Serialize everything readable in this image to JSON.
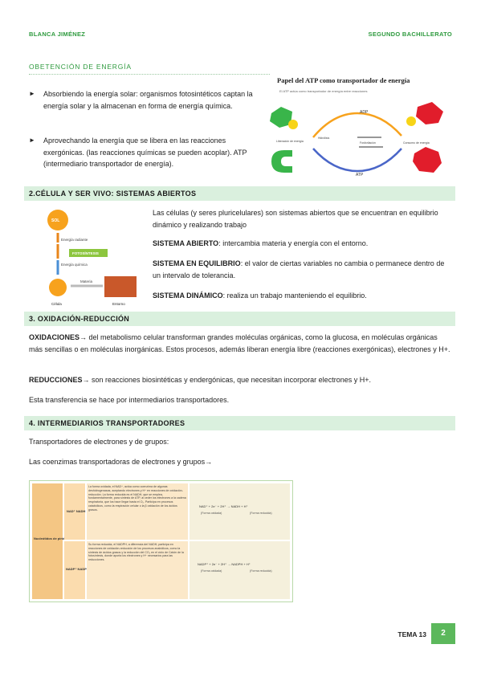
{
  "header": {
    "left": "BLANCA JIMÉNEZ",
    "right": "SEGUNDO BACHILLERATO"
  },
  "section0": {
    "title": "OBETENCIÓN DE ENERGÍA",
    "bullets": [
      "Absorbiendo la energía solar: organismos fotosintéticos captan la energía solar y la almacenan en forma de energía química.",
      "Aprovechando la energía que se libera en las reacciones exergónicas. (las reacciones químicas se pueden acoplar). ATP (intermediario transportador de energía)."
    ],
    "figure": {
      "title": "Papel del ATP como transportador de energía",
      "subtitle": "El ATP actúa como transportador de energía entre reacciones",
      "label_adp": "ADP",
      "label_atp": "ATP",
      "label_left": "Liberación de energía",
      "label_center1": "Hidrólisis",
      "label_center2": "Fosforilación",
      "label_right": "Consumo de energía"
    }
  },
  "section2": {
    "title": "2.CÉLULA Y SER VIVO: SISTEMAS ABIERTOS",
    "intro": "Las células (y seres pluricelulares) son sistemas abiertos que se encuentran en equilibrio dinámico y realizando trabajo",
    "defs": [
      {
        "term": "SISTEMA ABIERTO",
        "text": ": intercambia materia y energía con el entorno."
      },
      {
        "term": "SISTEMA EN EQUILIBRIO",
        "text": ": el valor de ciertas variables no cambia o permanece dentro de un intervalo de tolerancia."
      },
      {
        "term": "SISTEMA DINÁMICO",
        "text": ": realiza un trabajo manteniendo el equilibrio."
      }
    ],
    "figure": {
      "sol": "SOL",
      "energia_radiante": "Energía radiante",
      "fotosintesis": "FOTOSÍNTESIS",
      "energia_quimica": "Energía química",
      "materia": "Materia",
      "celula": "Célula",
      "entorno": "Entorno"
    }
  },
  "section3": {
    "title": "3. OXIDACIÓN-REDUCCIÓN",
    "oxid_term": "OXIDACIONES",
    "oxid_text": " del metabolismo celular transforman grandes moléculas orgánicas, como la glucosa, en moléculas orgánicas más sencillas o en moléculas inorgánicas. Estos procesos, además liberan energía libre (reacciones exergónicas), electrones y H+.",
    "red_term": "REDUCCIONES",
    "red_text": " son reacciones biosintéticas y endergónicas, que necesitan incorporar electrones y H+.",
    "transfer": "Esta transferencia se hace por intermediarios transportadores."
  },
  "section4": {
    "title": "4. INTERMEDIARIOS TRANSPORTADORES",
    "line1": "Transportadores de electrones y de grupos:",
    "line2": "Las coenzimas transportadoras de electrones y grupos→",
    "table": {
      "group": "Nucleótidos de piridina",
      "row1_name": "NAD⁺ NADH",
      "row1_desc": "La forma oxidada, el NAD⁺, actúa como coenzima de algunas deshidrogenasas, aceptando electrones y H⁺ en reacciones de oxidación-reducción. La forma reducida es el NADH, que se emplea, fundamentalmente, para síntesis de ATP, al ceder los electrones a la cadena respiratoria, que los hace llegar hasta el O₂. Participa en procesos catabólicos, como la respiración celular o la β oxidación de los ácidos grasos.",
      "row1_eq": "NAD⁺ + 2e⁻ + 2H⁺  →  NADH + H⁺",
      "row1_ox": "(Forma oxidada)",
      "row1_red": "(Forma reducida)",
      "row2_name": "NADP⁺ NADPH",
      "row2_desc": "Su forma reducida, el NADPH, a diferencia del NADH, participa en reacciones de oxidación-reducción de los procesos anabólicos, como la síntesis de ácidos grasos y la reducción del CO₂ en el ciclo de Calvin de la fotosíntesis, donde aporta los electrones y H⁺ necesarios para las reducciones.",
      "row2_eq": "NADP⁺ + 2e⁻ + 2H⁺  →  NADPH + H⁺",
      "row2_ox": "(Forma oxidada)",
      "row2_red": "(Forma reducida)"
    }
  },
  "footer": {
    "tema": "TEMA 13",
    "page": "2"
  }
}
